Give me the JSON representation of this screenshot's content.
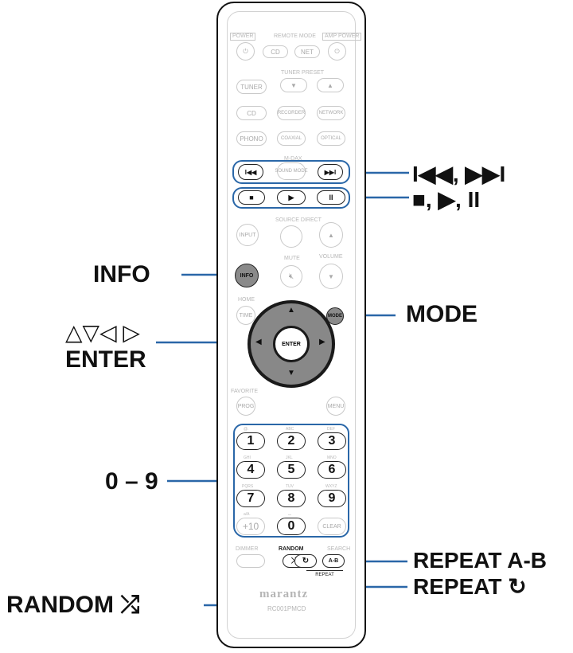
{
  "remote": {
    "brand": "marantz",
    "model": "RC001PMCD",
    "top_labels": {
      "power": "POWER",
      "remote_mode": "REMOTE MODE",
      "amp_power": "AMP POWER",
      "tuner_preset": "TUNER PRESET",
      "mdax": "M-DAX",
      "source_direct": "SOURCE DIRECT",
      "mute": "MUTE",
      "volume": "VOLUME",
      "home": "HOME",
      "favorite": "FAVORITE",
      "dimmer": "DIMMER",
      "random": "RANDOM",
      "search": "SEARCH",
      "repeat": "REPEAT"
    },
    "faint_buttons": {
      "cd_mode": "CD",
      "net_mode": "NET",
      "tuner": "TUNER",
      "cd": "CD",
      "recorder": "RECORDER",
      "network": "NETWORK",
      "phono": "PHONO",
      "coaxial": "COAXIAL",
      "optical": "OPTICAL",
      "sound_mode": "SOUND MODE",
      "input": "INPUT",
      "time": "TIME",
      "prog": "PROG",
      "menu": "MENU",
      "plus10": "+10",
      "clear": "CLEAR"
    },
    "dark_buttons": {
      "info": "INFO",
      "mode": "MODE",
      "enter": "ENTER",
      "ab": "A-B"
    },
    "digits": [
      "1",
      "2",
      "3",
      "4",
      "5",
      "6",
      "7",
      "8",
      "9",
      "0"
    ],
    "key_letters": [
      "@.",
      "ABC",
      "DEF",
      "GHI",
      "JKL",
      "MNO",
      "PQRS",
      "TUV",
      "WXYZ",
      "a/A",
      "⌴"
    ]
  },
  "callouts": {
    "skip": "I◀◀, ▶▶I",
    "transport": "■, ▶, II",
    "info": "INFO",
    "mode": "MODE",
    "cursor": "△▽◁ ▷",
    "enter": "ENTER",
    "numbers": "0 – 9",
    "random": "RANDOM",
    "random_icon": "⤮",
    "repeat_ab": "REPEAT A-B",
    "repeat": "REPEAT",
    "repeat_icon": "↻"
  },
  "colors": {
    "callout_line": "#2a67a8",
    "outline": "#111111",
    "faint": "#bbbbbb"
  }
}
